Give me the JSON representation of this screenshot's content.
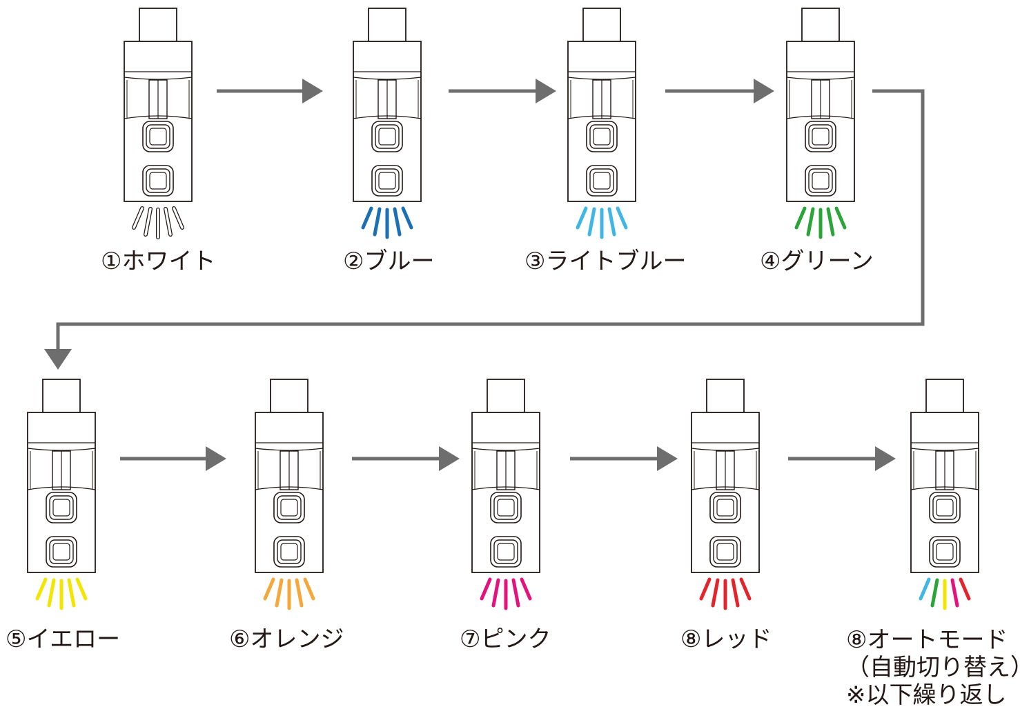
{
  "devices": [
    {
      "label": "①ホワイト",
      "led_colors": [
        "#ffffff",
        "#ffffff",
        "#ffffff",
        "#ffffff",
        "#ffffff"
      ],
      "led_outline": true
    },
    {
      "label": "②ブルー",
      "led_colors": [
        "#1a6fb5",
        "#1a6fb5",
        "#1a6fb5",
        "#1a6fb5",
        "#1a6fb5"
      ]
    },
    {
      "label": "③ライトブルー",
      "led_colors": [
        "#3fb6e6",
        "#3fb6e6",
        "#3fb6e6",
        "#3fb6e6",
        "#3fb6e6"
      ]
    },
    {
      "label": "④グリーン",
      "led_colors": [
        "#2aa53a",
        "#2aa53a",
        "#2aa53a",
        "#2aa53a",
        "#2aa53a"
      ]
    },
    {
      "label": "⑤イエロー",
      "led_colors": [
        "#f2e500",
        "#f2e500",
        "#f2e500",
        "#f2e500",
        "#f2e500"
      ]
    },
    {
      "label": "⑥オレンジ",
      "led_colors": [
        "#f6a73c",
        "#f6a73c",
        "#f6a73c",
        "#f6a73c",
        "#f6a73c"
      ]
    },
    {
      "label": "⑦ピンク",
      "led_colors": [
        "#e4127d",
        "#e4127d",
        "#e4127d",
        "#e4127d",
        "#e4127d"
      ]
    },
    {
      "label": "⑧レッド",
      "led_colors": [
        "#e3242b",
        "#e3242b",
        "#e3242b",
        "#e3242b",
        "#e3242b"
      ]
    },
    {
      "label_lines": [
        "⑧オートモード",
        "（自動切り替え）",
        "※以下繰り返し"
      ],
      "led_colors": [
        "#3fb6e6",
        "#2aa53a",
        "#f2e500",
        "#e4127d",
        "#e3242b"
      ]
    }
  ],
  "colors": {
    "arrow": "#6e6e6e",
    "outline": "#231815",
    "text": "#231815"
  }
}
